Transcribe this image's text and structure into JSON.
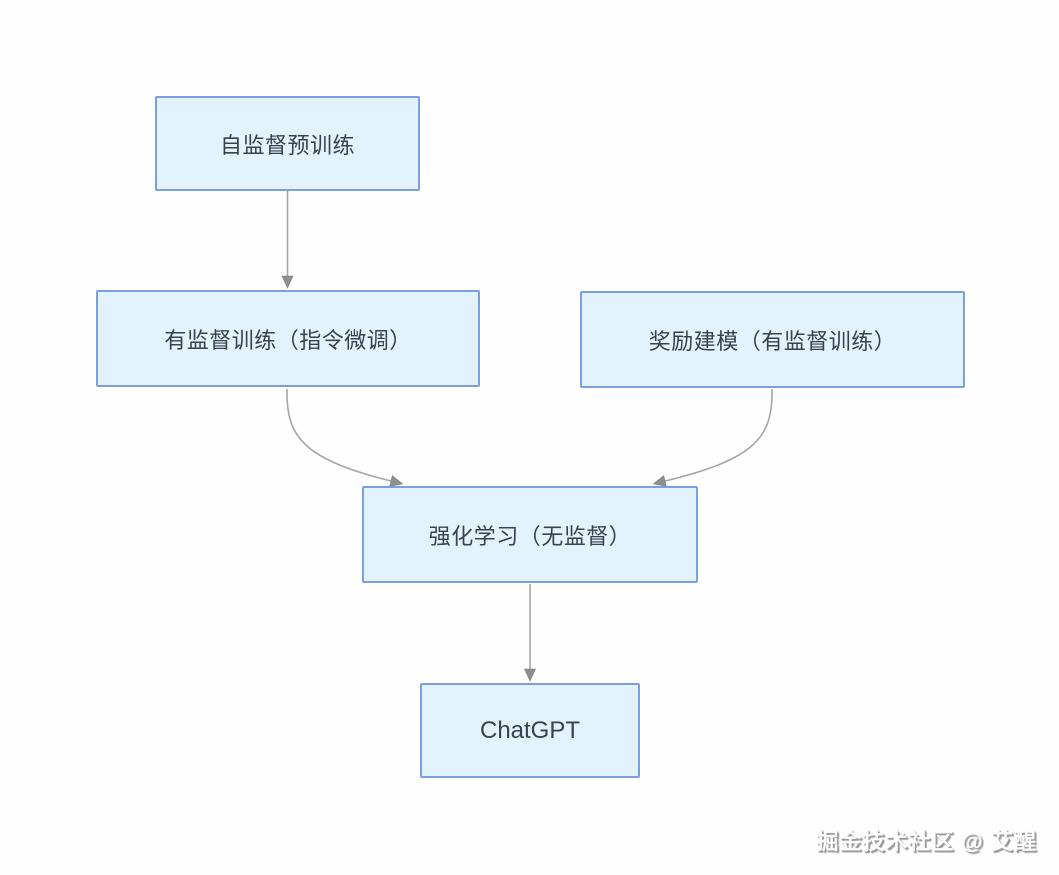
{
  "diagram": {
    "title_implicit": "ChatGPT training pipeline flowchart",
    "nodes": [
      {
        "id": "pretrain",
        "label": "自监督预训练"
      },
      {
        "id": "sft",
        "label": "有监督训练（指令微调）"
      },
      {
        "id": "rm",
        "label": "奖励建模（有监督训练）"
      },
      {
        "id": "rl",
        "label": "强化学习（无监督）"
      },
      {
        "id": "chatgpt",
        "label": "ChatGPT"
      }
    ],
    "edges": [
      {
        "from": "pretrain",
        "to": "sft"
      },
      {
        "from": "sft",
        "to": "rl"
      },
      {
        "from": "rm",
        "to": "rl"
      },
      {
        "from": "rl",
        "to": "chatgpt"
      }
    ],
    "colors": {
      "node_fill": "#e2f3fc",
      "node_border": "#7c9fe4",
      "node_text": "#3a414b",
      "arrow_line": "#a6a6a6",
      "arrow_head": "#8f8f8f",
      "background": "#fefefe"
    }
  },
  "watermark": {
    "text": "掘金技术社区 @ 艾醒"
  }
}
